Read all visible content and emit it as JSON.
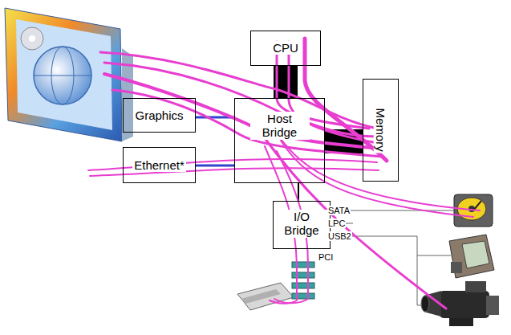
{
  "diagram": {
    "nodes": [
      {
        "text": [
          "CPU"
        ]
      },
      {
        "text": [
          "Graphics"
        ]
      },
      {
        "text": [
          "Host Bridge"
        ]
      },
      {
        "text": [
          "Memory"
        ]
      },
      {
        "text": [
          "Ethernet*"
        ]
      },
      {
        "text": [
          "I/O Bridge"
        ]
      }
    ],
    "edges": [
      {
        "from": 0,
        "to": 2,
        "arrow": "none"
      },
      {
        "from": 1,
        "to": 2,
        "arrow": "none"
      },
      {
        "from": 2,
        "to": 3,
        "arrow": "none"
      },
      {
        "from": 4,
        "to": 2,
        "arrow": "none"
      },
      {
        "from": 2,
        "to": 5,
        "arrow": "none"
      }
    ],
    "labels": [
      "SATA",
      "LPC",
      "USB2",
      "PCI"
    ]
  }
}
